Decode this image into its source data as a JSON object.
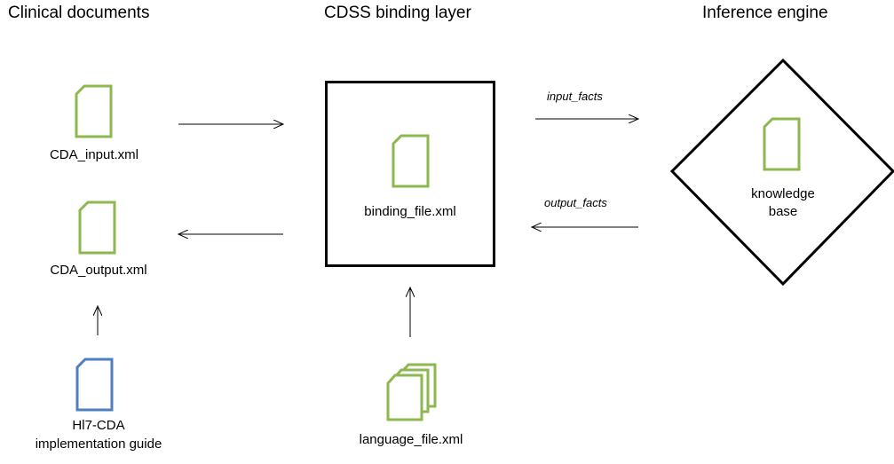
{
  "columns": {
    "clinical": "Clinical documents",
    "binding": "CDSS binding layer",
    "inference": "Inference engine"
  },
  "documents": {
    "cda_input": "CDA_input.xml",
    "cda_output": "CDA_output.xml",
    "hl7_line1": "Hl7-CDA",
    "hl7_line2": "implementation guide",
    "binding_file": "binding_file.xml",
    "language_file": "language_file.xml",
    "kb_line1": "knowledge",
    "kb_line2": "base"
  },
  "edges": {
    "input_facts": "input_facts",
    "output_facts": "output_facts"
  },
  "colors": {
    "doc_green": "#8cb84f",
    "doc_blue": "#4f7fbf",
    "stroke": "#000000"
  },
  "icons": {
    "document": "document-icon",
    "document_stack": "document-stack-icon"
  }
}
